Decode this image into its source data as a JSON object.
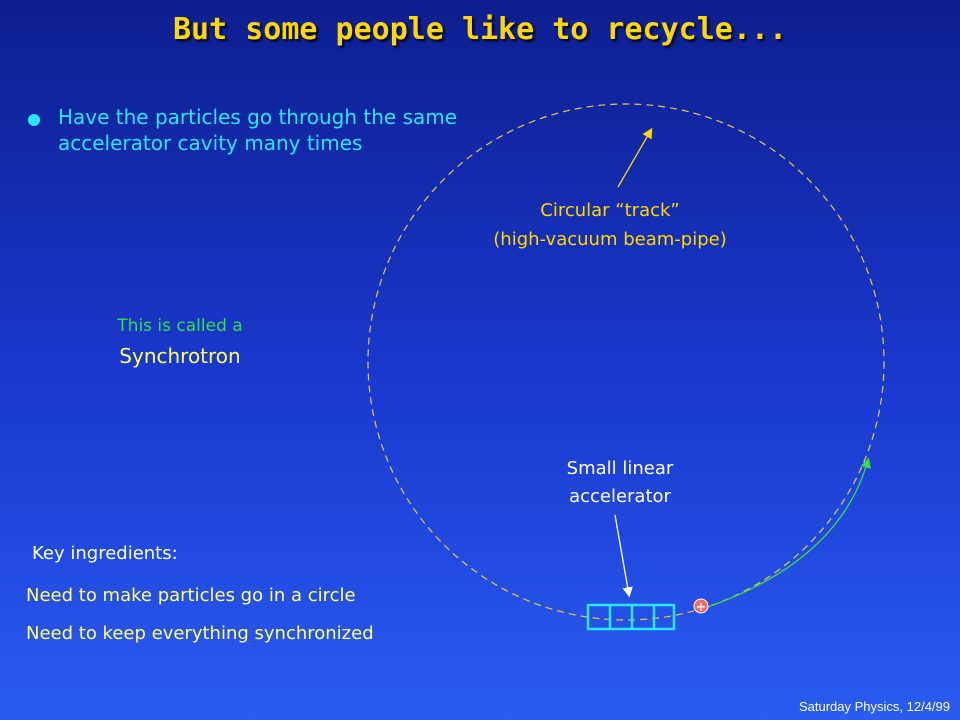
{
  "title": "But some people like to recycle...",
  "bullet": {
    "text": "Have the particles go through the same accelerator cavity many times"
  },
  "synchrotron": {
    "called": "This is called a",
    "name": "Synchrotron"
  },
  "track_label": {
    "line1": "Circular “track”",
    "line2": "(high-vacuum beam-pipe)"
  },
  "linac_label": {
    "line1": "Small linear",
    "line2": "accelerator"
  },
  "ingredients": {
    "heading": "Key ingredients:",
    "items": [
      "Need to make particles go in a circle",
      "Need to keep everything synchronized"
    ]
  },
  "particle_symbol": "+",
  "footer": "Saturday Physics, 12/4/99",
  "colors": {
    "title": "#ffd800",
    "bullet": "#28e8ff",
    "green": "#33e04a",
    "track": "#e8c840",
    "linac": "#28e8ff",
    "particle": "#ff6666"
  }
}
